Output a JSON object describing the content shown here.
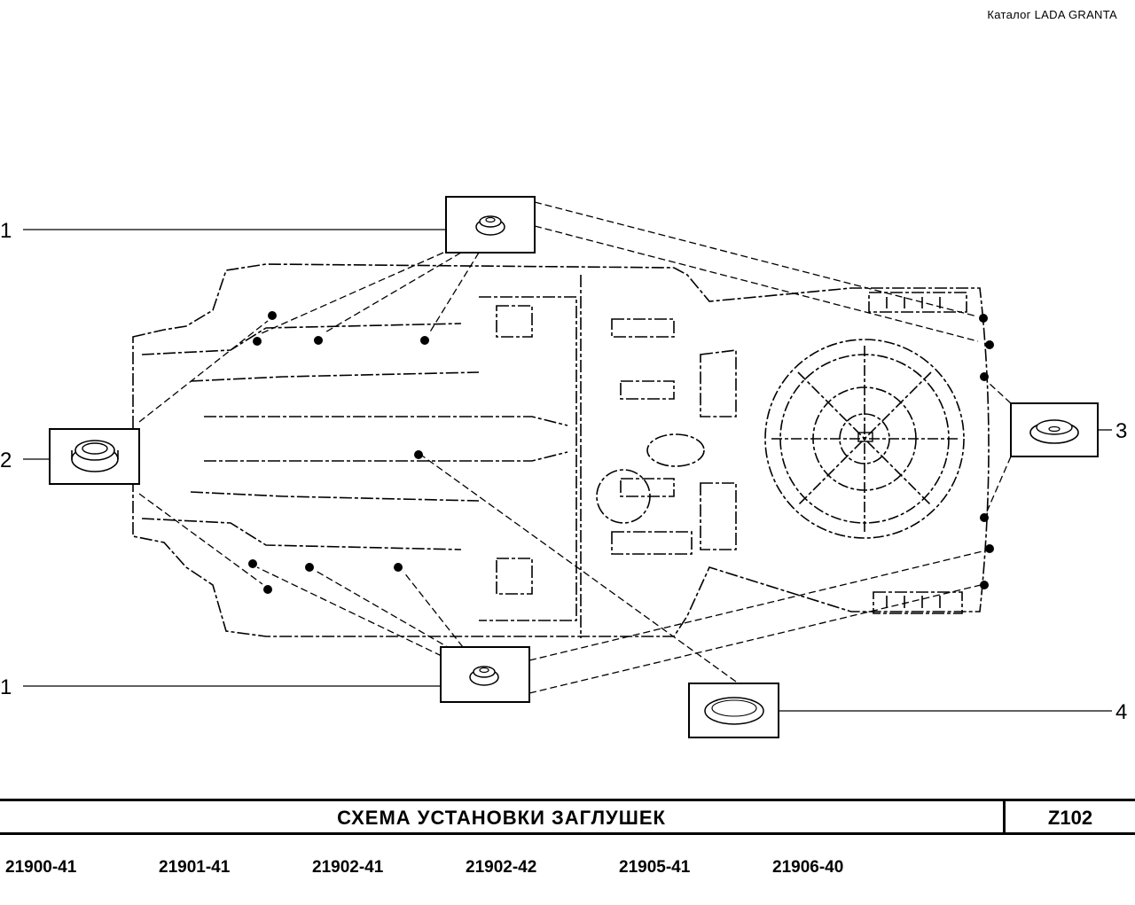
{
  "header": {
    "catalog_label": "Каталог  LADA  GRANTA"
  },
  "diagram": {
    "callouts": [
      "1",
      "2",
      "3",
      "1",
      "4"
    ]
  },
  "title_block": {
    "title": "СХЕМА   УСТАНОВКИ   ЗАГЛУШЕК",
    "code": "Z102"
  },
  "models": [
    "21900-41",
    "21901-41",
    "21902-41",
    "21902-42",
    "21905-41",
    "21906-40"
  ]
}
